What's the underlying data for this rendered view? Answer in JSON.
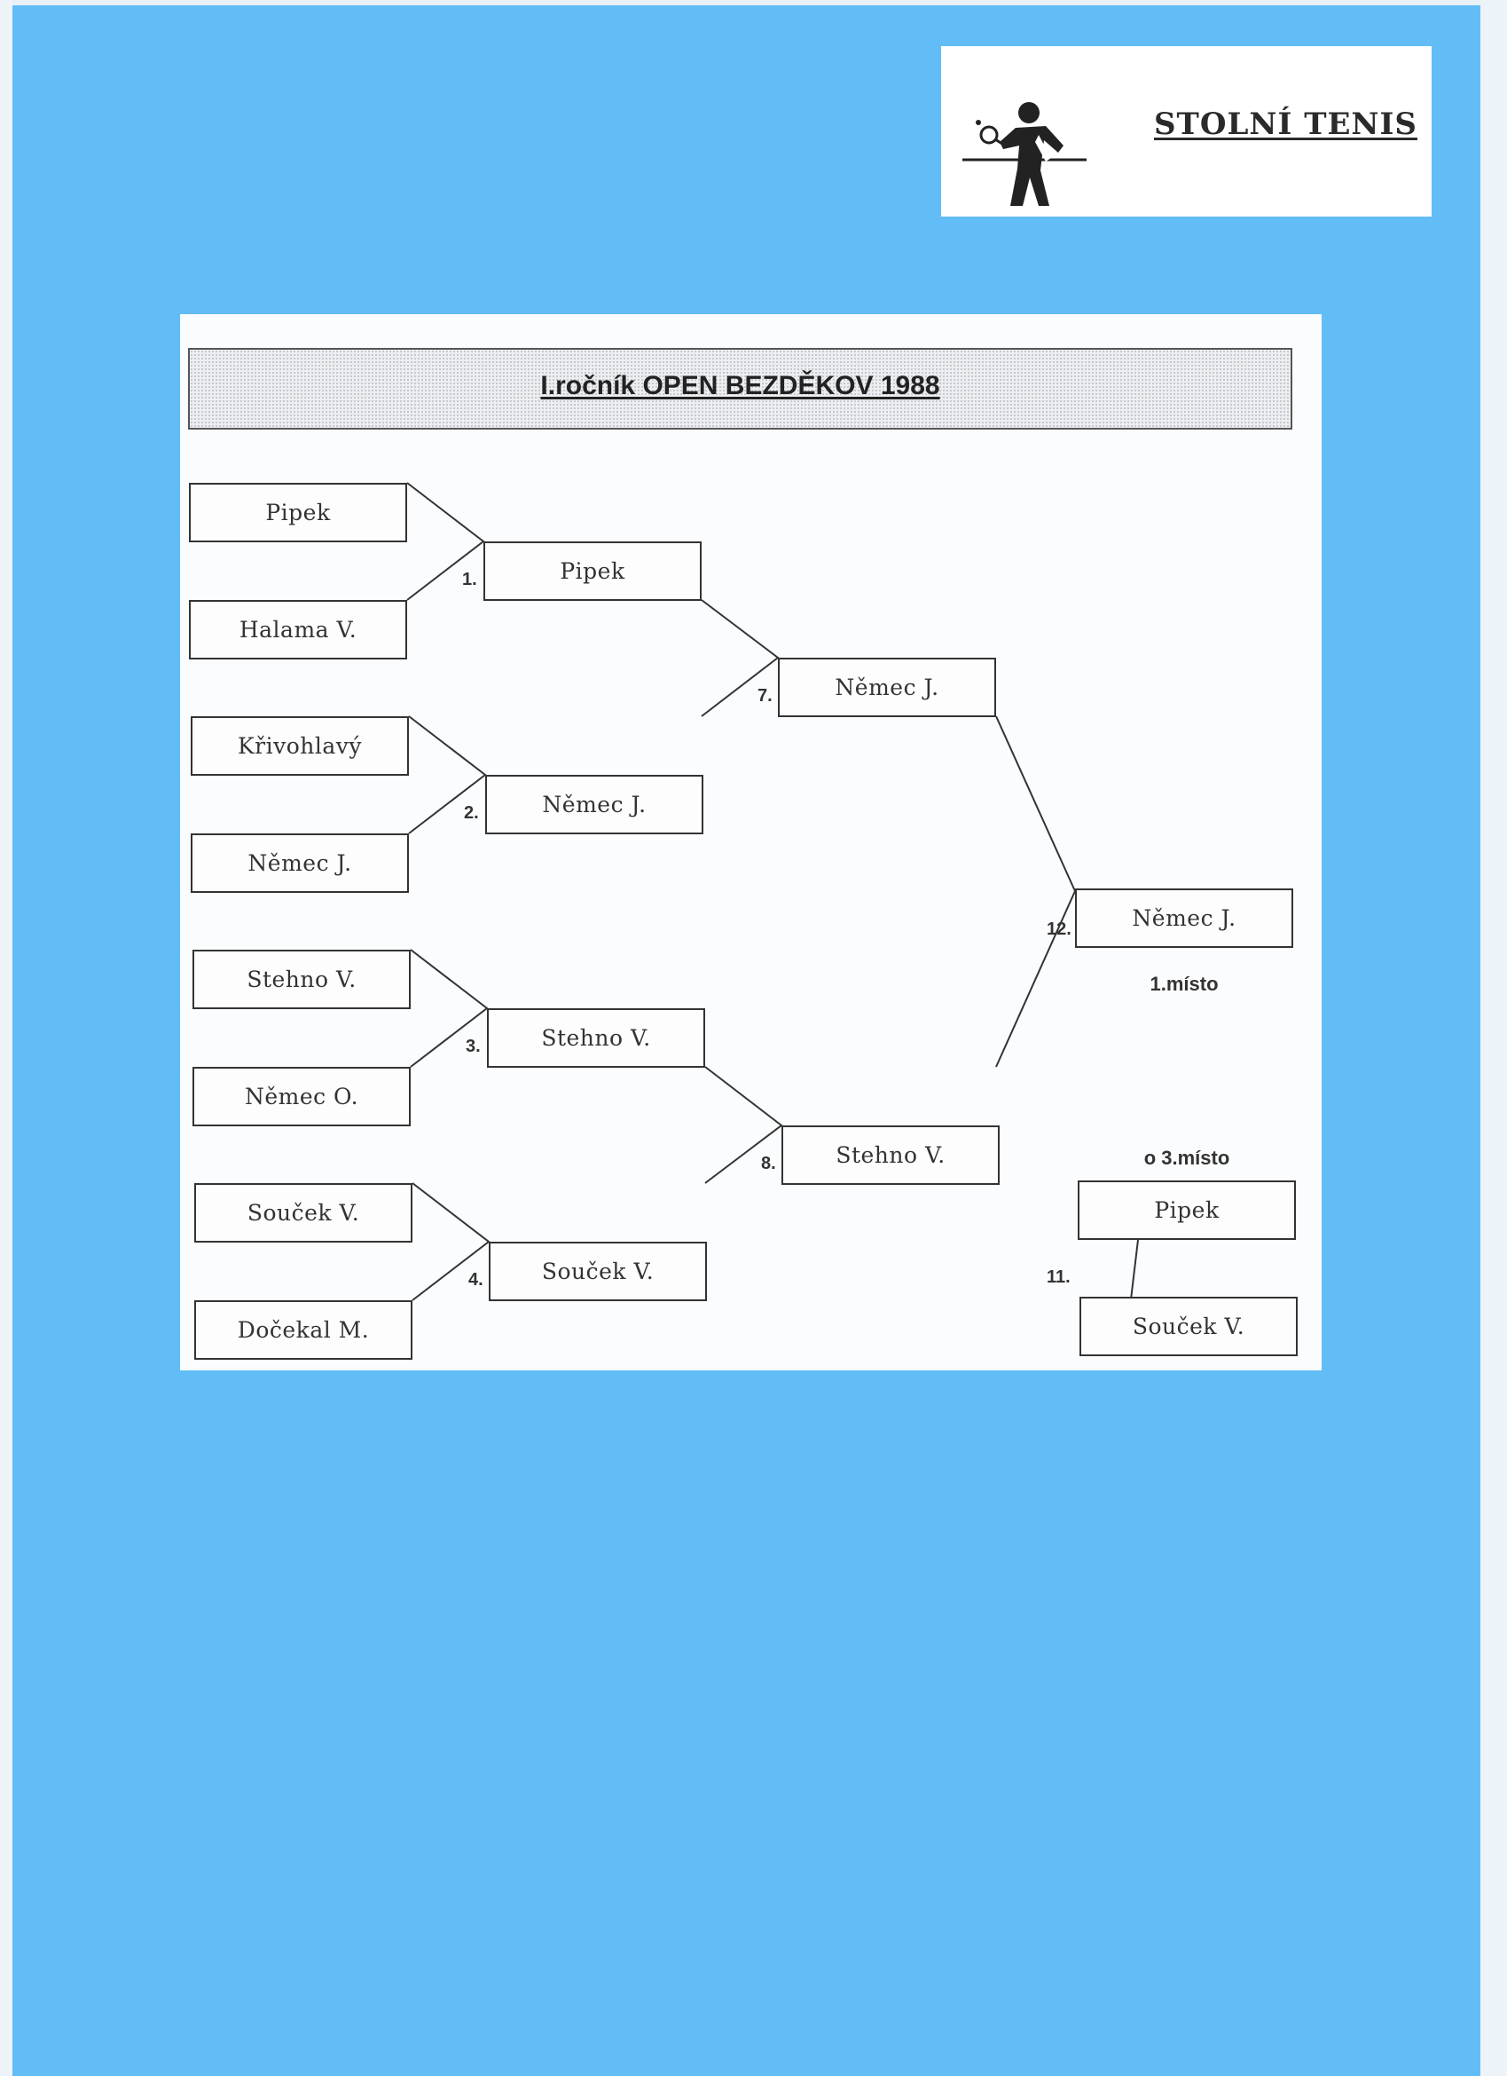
{
  "label": {
    "text": "STOLNÍ TENIS",
    "icon": "table-tennis-player-icon"
  },
  "title": "I.ročník OPEN BEZDĚKOV 1988",
  "round1": [
    "Pipek",
    "Halama V.",
    "Křivohlavý",
    "Němec J.",
    "Stehno V.",
    "Němec O.",
    "Souček V.",
    "Dočekal M."
  ],
  "quarterfinals": [
    {
      "number": "1.",
      "winner": "Pipek"
    },
    {
      "number": "2.",
      "winner": "Němec J."
    },
    {
      "number": "3.",
      "winner": "Stehno V."
    },
    {
      "number": "4.",
      "winner": "Souček V."
    }
  ],
  "semifinals": [
    {
      "number": "7.",
      "winner": "Němec J."
    },
    {
      "number": "8.",
      "winner": "Stehno V."
    }
  ],
  "final": {
    "number": "12.",
    "winner": "Němec J.",
    "place_label": "1.místo"
  },
  "third_place": {
    "number": "11.",
    "label": "o 3.místo",
    "players": [
      "Pipek",
      "Souček V."
    ]
  }
}
